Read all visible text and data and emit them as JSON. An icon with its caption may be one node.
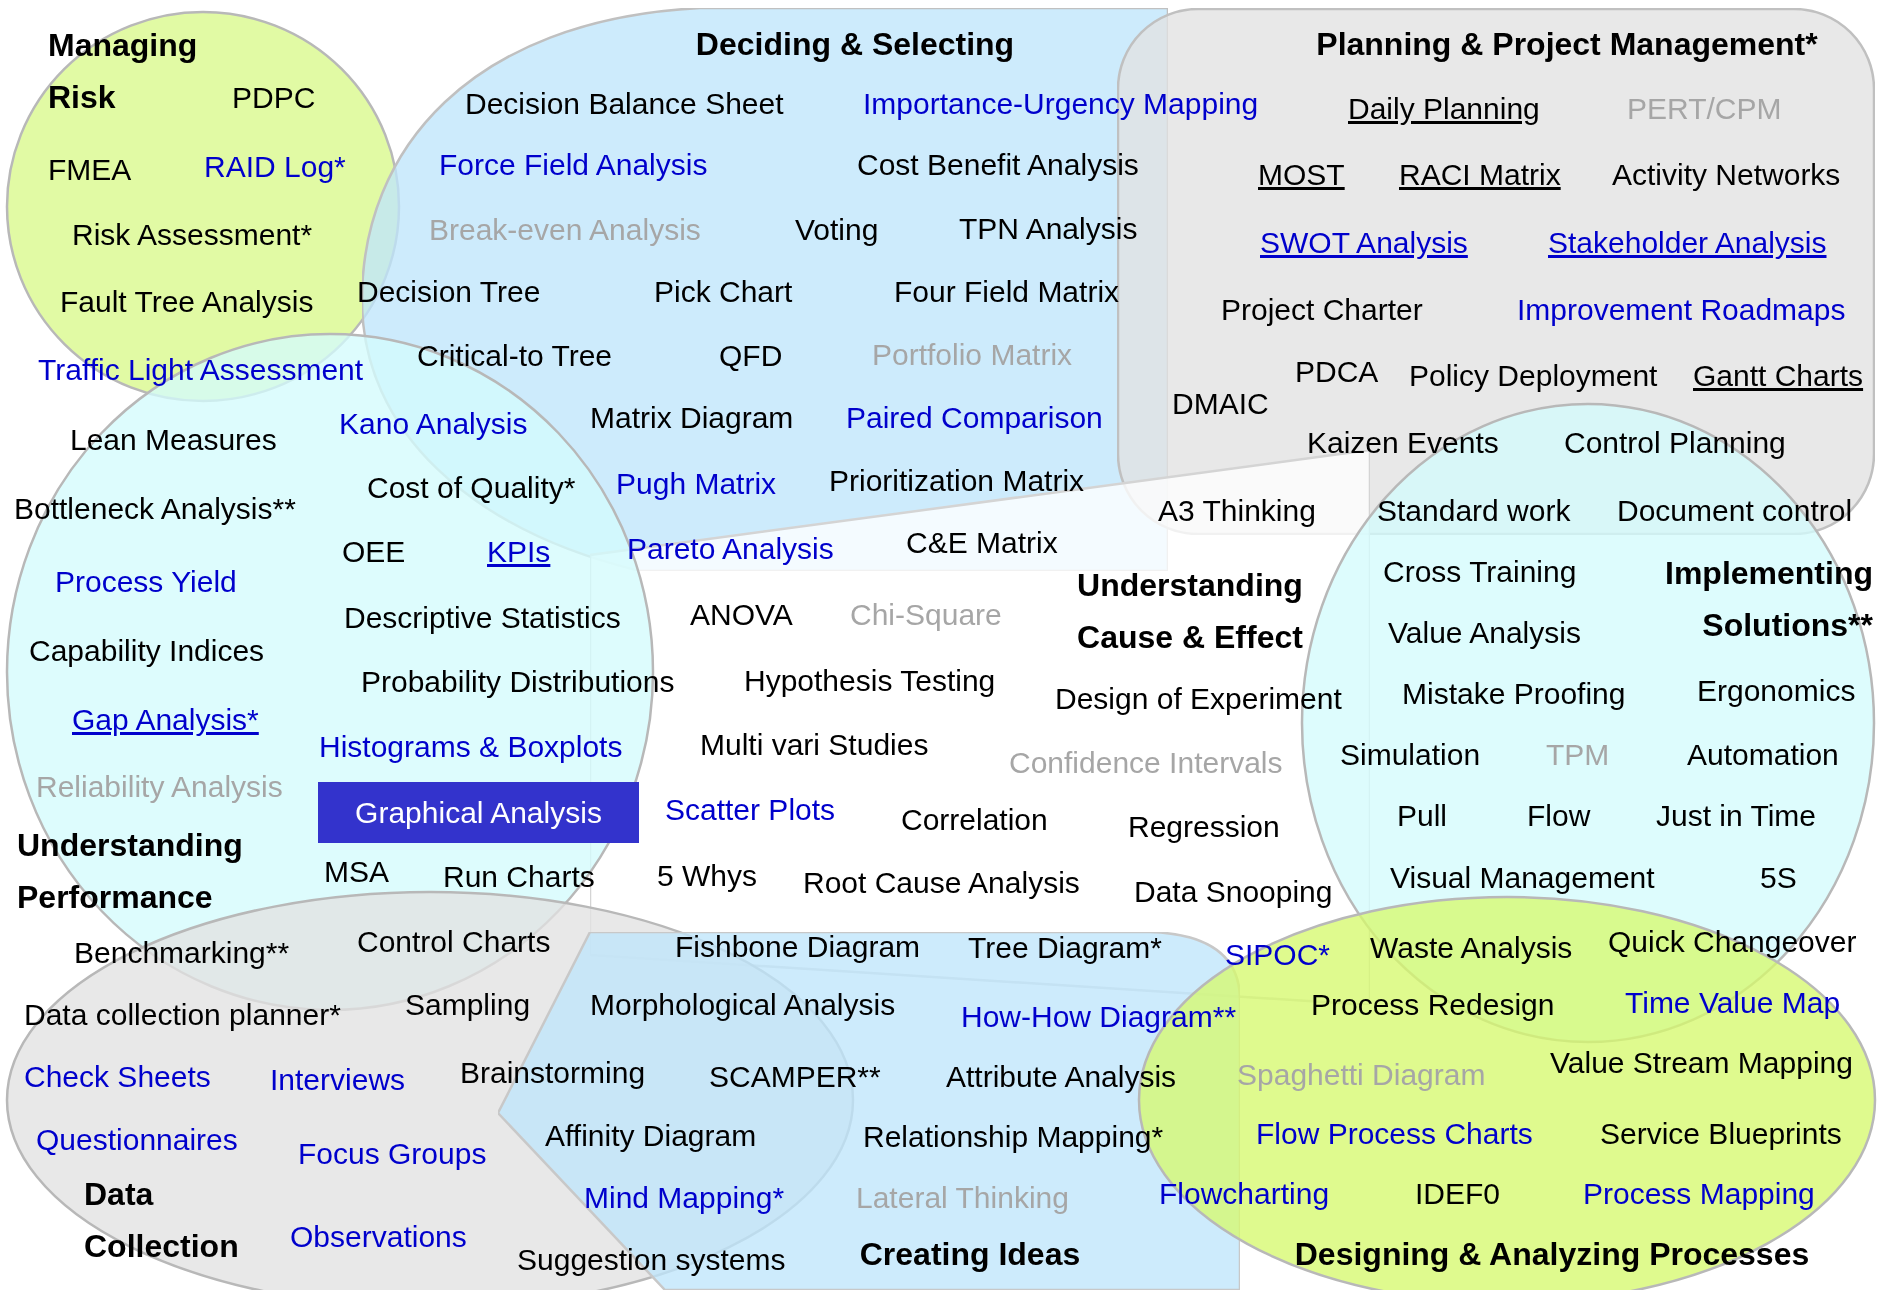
{
  "diagram": {
    "nodes": [
      {
        "text": [
          "Managing Risk"
        ]
      },
      {
        "text": [
          "Deciding & Selecting"
        ]
      },
      {
        "text": [
          "Planning & Project Management*"
        ]
      },
      {
        "text": [
          "Understanding Cause & Effect"
        ]
      },
      {
        "text": [
          "Implementing Solutions**"
        ]
      },
      {
        "text": [
          "Understanding Performance"
        ]
      },
      {
        "text": [
          "Graphical Analysis"
        ],
        "in": 5
      },
      {
        "text": [
          "Data Collection"
        ]
      },
      {
        "text": [
          "Creating Ideas"
        ]
      },
      {
        "text": [
          "Designing & Analyzing Processes"
        ]
      }
    ],
    "labels": [
      "PDPC",
      "FMEA",
      "RAID Log*",
      "Risk Assessment*",
      "Fault Tree Analysis",
      "Decision Balance Sheet",
      "Importance-Urgency Mapping",
      "Force Field Analysis",
      "Cost Benefit Analysis",
      "Break-even Analysis",
      "Voting",
      "TPN Analysis",
      "Decision Tree",
      "Pick Chart",
      "Four Field Matrix",
      "Critical-to Tree",
      "QFD",
      "Portfolio Matrix",
      "Matrix Diagram",
      "Paired Comparison",
      "Pugh Matrix",
      "Prioritization Matrix",
      "Pareto Analysis",
      "C&E Matrix",
      "Daily Planning",
      "PERT/CPM",
      "MOST",
      "RACI Matrix",
      "Activity Networks",
      "SWOT Analysis",
      "Stakeholder Analysis",
      "Project Charter",
      "Improvement Roadmaps",
      "DMAIC",
      "PDCA",
      "Policy Deployment",
      "Gantt Charts",
      "Kaizen Events",
      "Control Planning",
      "A3 Thinking",
      "Standard work",
      "Document control",
      "Traffic Light Assessment",
      "Lean Measures",
      "Kano Analysis",
      "Bottleneck Analysis**",
      "Cost of Quality*",
      "OEE",
      "KPIs",
      "Process Yield",
      "Descriptive Statistics",
      "ANOVA",
      "Chi-Square",
      "Capability Indices",
      "Probability Distributions",
      "Hypothesis Testing",
      "Design of Experiment",
      "Cross Training",
      "Value Analysis",
      "Mistake Proofing",
      "Ergonomics",
      "Gap Analysis*",
      "Histograms & Boxplots",
      "Multi vari Studies",
      "Confidence Intervals",
      "Simulation",
      "TPM",
      "Automation",
      "Reliability Analysis",
      "Scatter Plots",
      "Correlation",
      "Regression",
      "Pull",
      "Flow",
      "Just in Time",
      "MSA",
      "Run Charts",
      "5 Whys",
      "Root Cause Analysis",
      "Data Snooping",
      "Visual Management",
      "5S",
      "Benchmarking**",
      "Control Charts",
      "Fishbone Diagram",
      "Tree Diagram*",
      "SIPOC*",
      "Waste Analysis",
      "Quick Changeover",
      "Data collection planner*",
      "Sampling",
      "Morphological Analysis",
      "How-How Diagram**",
      "Process Redesign",
      "Time Value Map",
      "Check Sheets",
      "Interviews",
      "Brainstorming",
      "SCAMPER**",
      "Attribute Analysis",
      "Spaghetti Diagram",
      "Value Stream Mapping",
      "Questionnaires",
      "Focus Groups",
      "Affinity Diagram",
      "Relationship Mapping*",
      "Flow Process Charts",
      "Service Blueprints",
      "Mind Mapping*",
      "Lateral Thinking",
      "Flowcharting",
      "IDEF0",
      "Process Mapping",
      "Observations",
      "Suggestion systems"
    ]
  }
}
